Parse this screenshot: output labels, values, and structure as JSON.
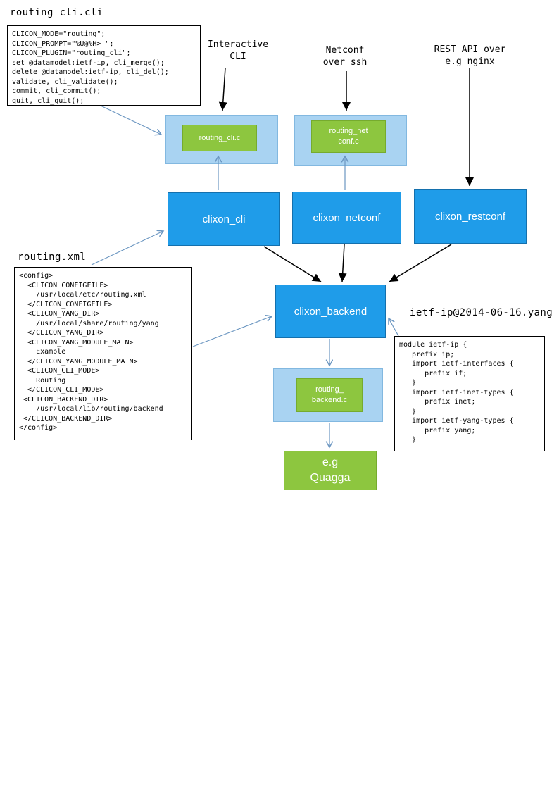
{
  "labels": {
    "routing_cli_file": "routing_cli.cli",
    "routing_xml_file": "routing.xml",
    "yang_file": "ietf-ip@2014-06-16.yang",
    "interactive_cli": "Interactive\nCLI",
    "netconf_ssh": "Netconf\nover ssh",
    "rest_api": "REST API over\ne.g nginx"
  },
  "code": {
    "routing_cli": "CLICON_MODE=\"routing\";\nCLICON_PROMPT=\"%U@%H> \";\nCLICON_PLUGIN=\"routing_cli\";\nset @datamodel:ietf-ip, cli_merge();\ndelete @datamodel:ietf-ip, cli_del();\nvalidate, cli_validate();\ncommit, cli_commit();\nquit, cli_quit();",
    "routing_xml": "<config>\n  <CLICON_CONFIGFILE>\n    /usr/local/etc/routing.xml\n  </CLICON_CONFIGFILE>\n  <CLICON_YANG_DIR>\n    /usr/local/share/routing/yang\n  </CLICON_YANG_DIR>\n  <CLICON_YANG_MODULE_MAIN>\n    Example\n  </CLICON_YANG_MODULE_MAIN>\n  <CLICON_CLI_MODE>\n    Routing\n  </CLICON_CLI_MODE>\n <CLICON_BACKEND_DIR>\n    /usr/local/lib/routing/backend\n </CLICON_BACKEND_DIR>\n</config>",
    "yang": "module ietf-ip {\n   prefix ip;\n   import ietf-interfaces {\n      prefix if;\n   }\n   import ietf-inet-types {\n      prefix inet;\n   }\n   import ietf-yang-types {\n      prefix yang;\n   }"
  },
  "nodes": {
    "routing_cli_c": "routing_cli.c",
    "routing_netconf_c": "routing_net\nconf.c",
    "clixon_cli": "clixon_cli",
    "clixon_netconf": "clixon_netconf",
    "clixon_restconf": "clixon_restconf",
    "clixon_backend": "clixon_backend",
    "routing_backend_c": "routing_\nbackend.c",
    "quagga": "e.g\nQuagga"
  },
  "colors": {
    "node_blue": "#1f9ce9",
    "plugin_container_blue": "#a9d3f2",
    "plugin_green": "#8dc63f",
    "arrow_blue": "#6b96c1",
    "arrow_black": "#000000"
  }
}
